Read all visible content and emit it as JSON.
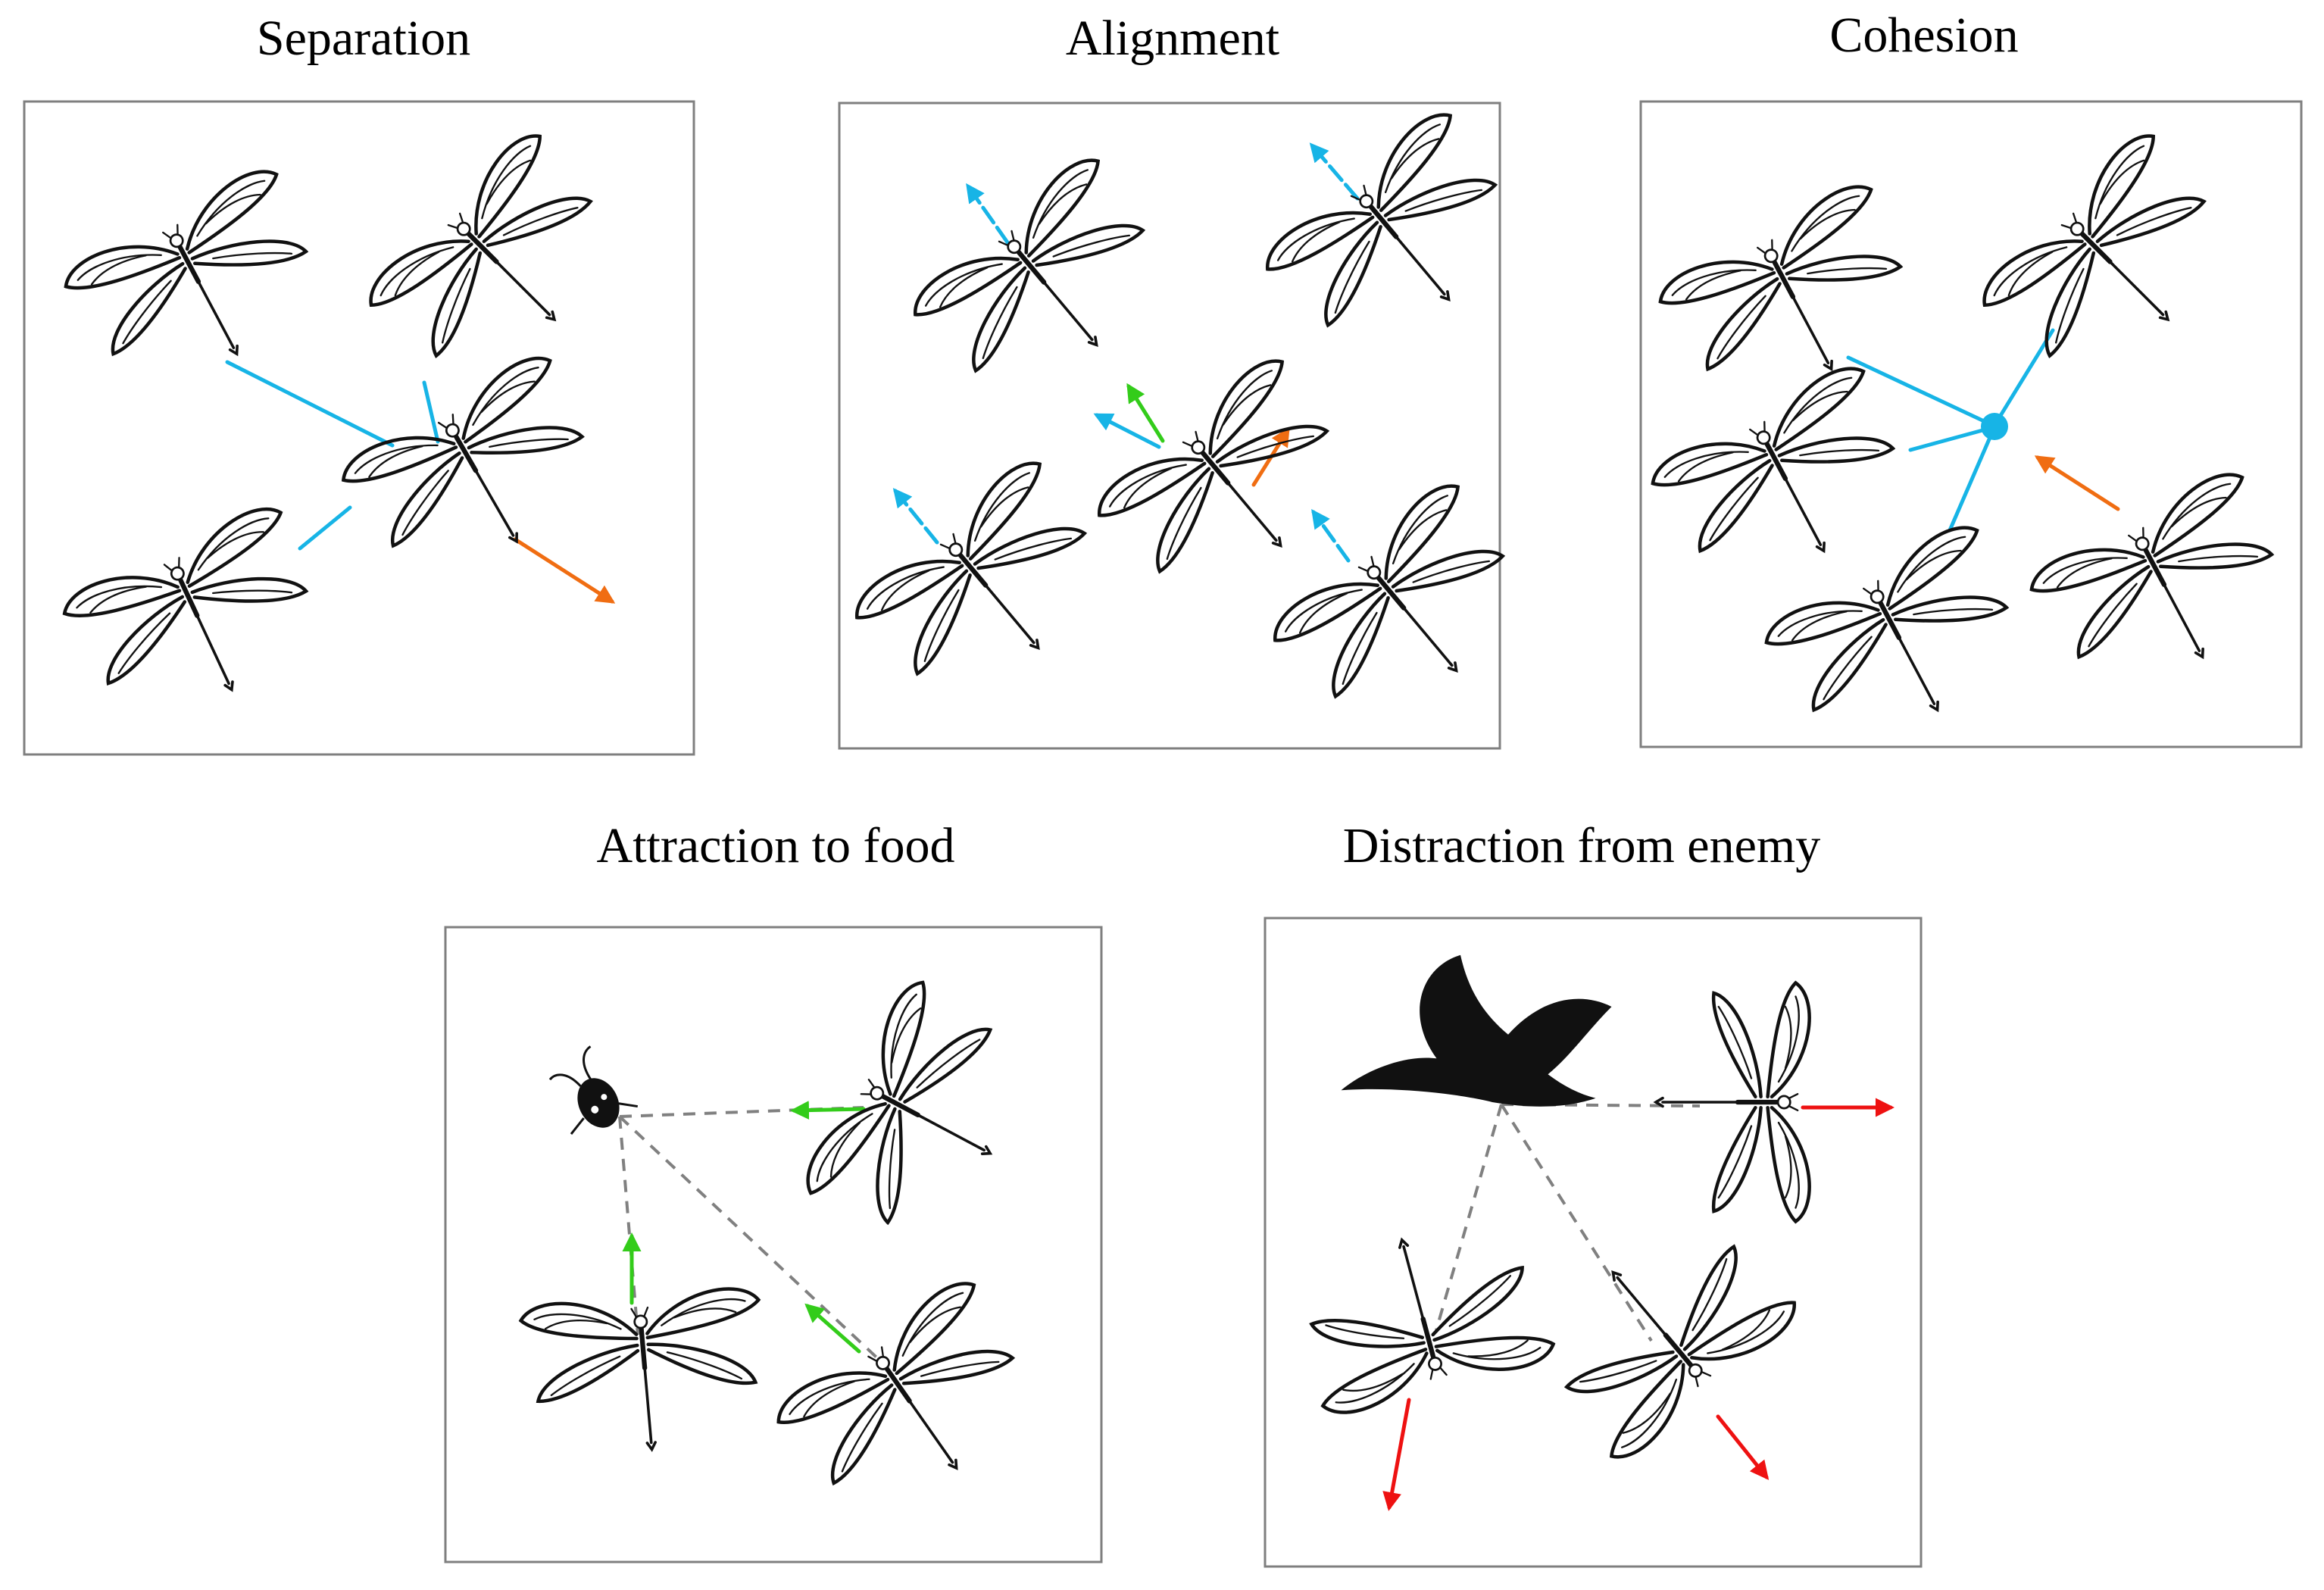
{
  "panels": [
    {
      "id": "separation",
      "title": "Separation"
    },
    {
      "id": "alignment",
      "title": "Alignment"
    },
    {
      "id": "cohesion",
      "title": "Cohesion"
    },
    {
      "id": "food",
      "title": "Attraction to food"
    },
    {
      "id": "enemy",
      "title": "Distraction from enemy"
    }
  ],
  "colors": {
    "neighbor_link": "#17b4e6",
    "resulting_vector": "#f06d12",
    "food_vector": "#33cc1a",
    "flee_vector": "#ee1111",
    "dashed_link": "#808080",
    "frame": "#7f7f7f",
    "insect_ink": "#111111"
  },
  "icons": {
    "insect": "dragonfly-icon",
    "food": "moth-icon",
    "enemy": "bird-icon"
  }
}
